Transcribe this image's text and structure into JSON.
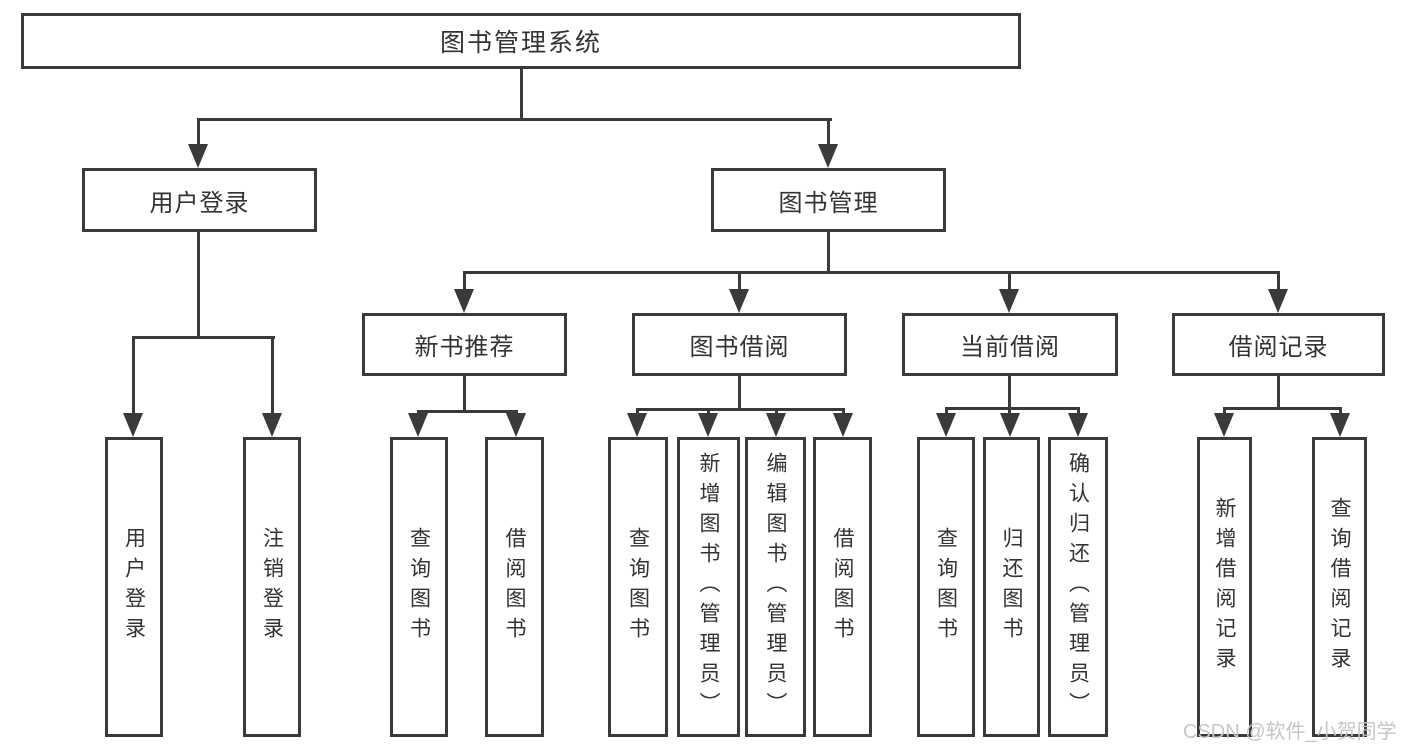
{
  "diagram": {
    "root": {
      "label": "图书管理系统"
    },
    "branches": [
      {
        "label": "用户登录",
        "children": [
          {
            "label": "用户登录"
          },
          {
            "label": "注销登录"
          }
        ]
      },
      {
        "label": "图书管理",
        "children": [
          {
            "label": "新书推荐",
            "children": [
              {
                "label": "查询图书"
              },
              {
                "label": "借阅图书"
              }
            ]
          },
          {
            "label": "图书借阅",
            "children": [
              {
                "label": "查询图书"
              },
              {
                "label": "新增图书（管理员）"
              },
              {
                "label": "编辑图书（管理员）"
              },
              {
                "label": "借阅图书"
              }
            ]
          },
          {
            "label": "当前借阅",
            "children": [
              {
                "label": "查询图书"
              },
              {
                "label": "归还图书"
              },
              {
                "label": "确认归还（管理员）"
              }
            ]
          },
          {
            "label": "借阅记录",
            "children": [
              {
                "label": "新增借阅记录"
              },
              {
                "label": "查询借阅记录"
              }
            ]
          }
        ]
      }
    ]
  },
  "watermark": {
    "text": "CSDN @软件_小贺同学"
  },
  "colors": {
    "line": "#3a3a3a",
    "text": "#333333",
    "watermark": "#c6c6c6",
    "bg": "#ffffff"
  }
}
